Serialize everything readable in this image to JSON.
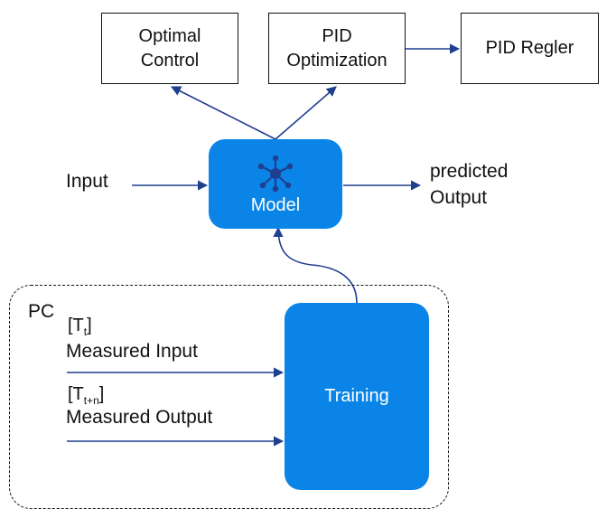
{
  "boxes": {
    "optimal_control": "Optimal\nControl",
    "pid_optimization": "PID\nOptimization",
    "pid_regler": "PID Regler"
  },
  "model": {
    "label": "Model",
    "icon": "network-hub-icon"
  },
  "training": {
    "label": "Training"
  },
  "labels": {
    "input": "Input",
    "predicted_output_line1": "predicted",
    "predicted_output_line2": "Output",
    "pc": "PC",
    "measured_input": "Measured Input",
    "measured_output": "Measured Output"
  },
  "time_markers": {
    "input": {
      "open": "[T",
      "sub": "t",
      "close": "]"
    },
    "output": {
      "open": "[T",
      "sub": "t+n",
      "close": "]"
    }
  },
  "colors": {
    "accent": "#0a84e6",
    "arrow": "#1f3f8f",
    "outline": "#111111"
  }
}
